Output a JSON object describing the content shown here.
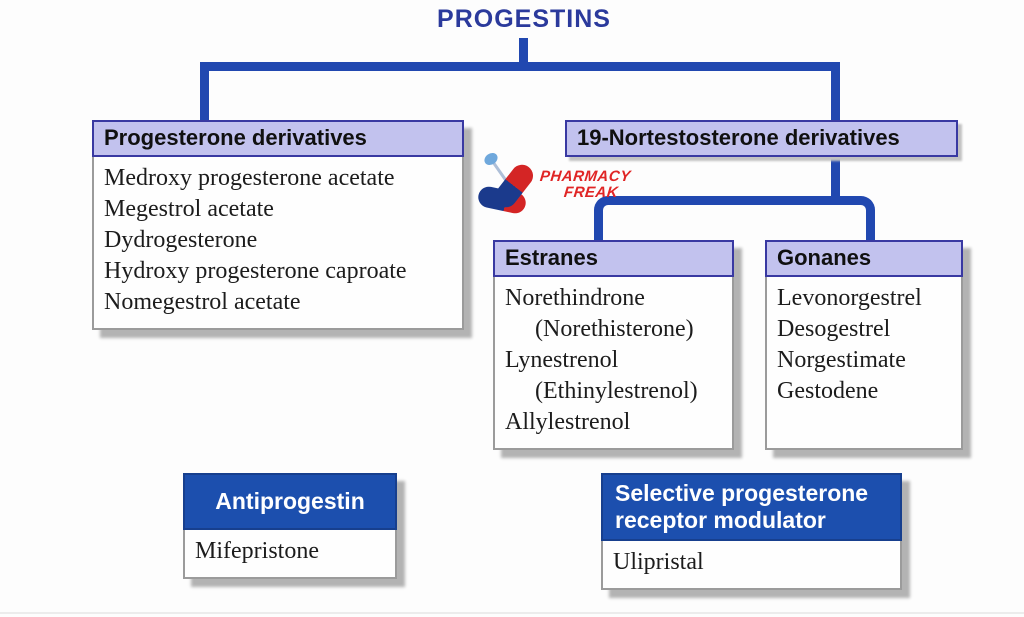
{
  "title": "PROGESTINS",
  "logo": {
    "line1": "PHARMACY",
    "line2": "FREAK"
  },
  "progesterone_box": {
    "header": "Progesterone derivatives",
    "items": [
      "Medroxy progesterone acetate",
      "Megestrol acetate",
      "Dydrogesterone",
      "Hydroxy progesterone caproate",
      "Nomegestrol acetate"
    ]
  },
  "nortestosterone_header": "19-Nortestosterone derivatives",
  "estranes_box": {
    "header": "Estranes",
    "items": [
      "Norethindrone",
      "(Norethisterone)",
      "Lynestrenol",
      "(Ethinylestrenol)",
      "Allylestrenol"
    ]
  },
  "gonanes_box": {
    "header": "Gonanes",
    "items": [
      "Levonorgestrel",
      "Desogestrel",
      "Norgestimate",
      "Gestodene"
    ]
  },
  "antiprogestin_box": {
    "header": "Antiprogestin",
    "items": [
      "Mifepristone"
    ]
  },
  "sprm_box": {
    "header": "Selective progesterone receptor modulator",
    "items": [
      "Ulipristal"
    ]
  },
  "colors": {
    "connector_blue": "#2148b0",
    "title_blue": "#2b3a9c",
    "header_lavender": "#c2c2ee",
    "header_border_blue": "#3939a2",
    "dark_blue_header": "#1c4fae",
    "logo_red": "#e02525",
    "logo_pill_blue": "#1b3a8c"
  }
}
